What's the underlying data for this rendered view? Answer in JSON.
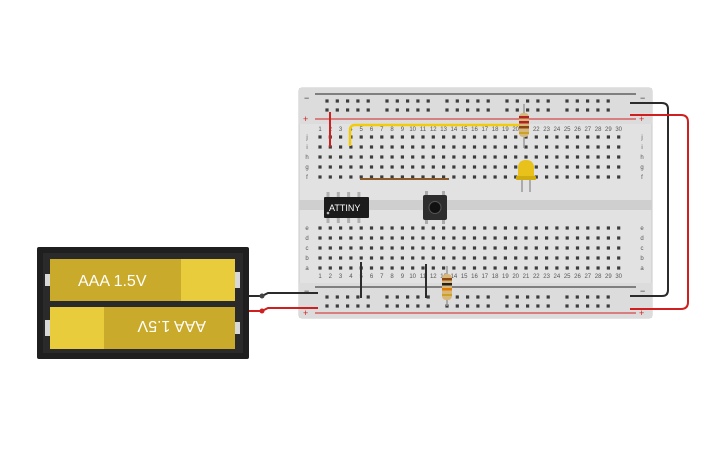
{
  "chip": {
    "label": "ATTINY"
  },
  "battery": {
    "cell_top_label": "AAA 1.5V",
    "cell_bottom_label": "AAA 1.5V"
  },
  "breadboard": {
    "rail_minus": "−",
    "rail_plus": "+",
    "row_letters_top": [
      "j",
      "i",
      "h",
      "g",
      "f"
    ],
    "row_letters_bottom": [
      "e",
      "d",
      "c",
      "b",
      "a"
    ],
    "column_numbers": [
      "1",
      "2",
      "3",
      "4",
      "5",
      "6",
      "7",
      "8",
      "9",
      "10",
      "11",
      "12",
      "13",
      "14",
      "15",
      "16",
      "17",
      "18",
      "19",
      "20",
      "21",
      "22",
      "23",
      "24",
      "25",
      "26",
      "27",
      "28",
      "29",
      "30"
    ]
  },
  "colors": {
    "board": "#e3e3e3",
    "hole": "#3c3c3c",
    "rail_red": "#d42020",
    "rail_black": "#222222",
    "wire_red": "#d01f1f",
    "wire_black": "#2b2b2b",
    "wire_yellow": "#f2cc0c",
    "wire_brown": "#8b5a2b",
    "battery_body": "#1f1f1f",
    "cell_gold": "#c9aa2a",
    "cell_cap": "#e9cc3c",
    "led_yellow": "#e8c21a"
  }
}
